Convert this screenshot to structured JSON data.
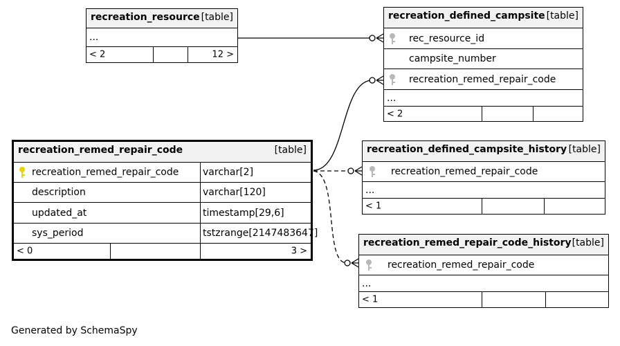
{
  "tables": {
    "recreation_resource": {
      "name": "recreation_resource",
      "kind": "[table]",
      "ellipsis": "...",
      "footer_left": "< 2",
      "footer_right": "12 >"
    },
    "recreation_defined_campsite": {
      "name": "recreation_defined_campsite",
      "kind": "[table]",
      "columns": [
        "rec_resource_id",
        "campsite_number",
        "recreation_remed_repair_code"
      ],
      "ellipsis": "...",
      "footer_left": "< 2"
    },
    "recreation_remed_repair_code": {
      "name": "recreation_remed_repair_code",
      "kind": "[table]",
      "columns": [
        {
          "name": "recreation_remed_repair_code",
          "type": "varchar[2]"
        },
        {
          "name": "description",
          "type": "varchar[120]"
        },
        {
          "name": "updated_at",
          "type": "timestamp[29,6]"
        },
        {
          "name": "sys_period",
          "type": "tstzrange[2147483647]"
        }
      ],
      "footer_left": "< 0",
      "footer_right": "3 >"
    },
    "recreation_defined_campsite_history": {
      "name": "recreation_defined_campsite_history",
      "kind": "[table]",
      "columns": [
        "recreation_remed_repair_code"
      ],
      "ellipsis": "...",
      "footer_left": "< 1"
    },
    "recreation_remed_repair_code_history": {
      "name": "recreation_remed_repair_code_history",
      "kind": "[table]",
      "columns": [
        "recreation_remed_repair_code"
      ],
      "ellipsis": "...",
      "footer_left": "< 1"
    }
  },
  "generated_by": "Generated by SchemaSpy",
  "colors": {
    "primary_key": "#e6d600",
    "foreign_key": "#b8b8b8",
    "header_bg": "#f2f2f2"
  }
}
